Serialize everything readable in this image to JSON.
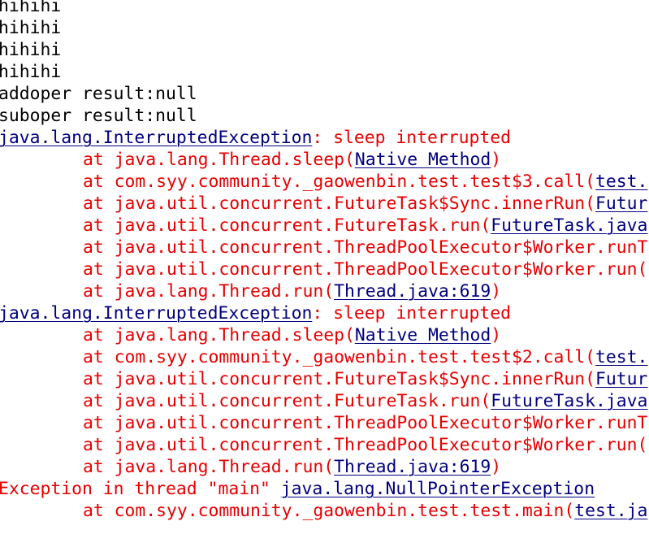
{
  "colors": {
    "stdout": "#000000",
    "stderr": "#e60000",
    "link": "#000080",
    "background": "#ffffff"
  },
  "lines": [
    {
      "segments": [
        {
          "text": "hihihi",
          "style": "out"
        }
      ]
    },
    {
      "segments": [
        {
          "text": "hihihi",
          "style": "out"
        }
      ]
    },
    {
      "segments": [
        {
          "text": "hihihi",
          "style": "out"
        }
      ]
    },
    {
      "segments": [
        {
          "text": "hihihi",
          "style": "out"
        }
      ]
    },
    {
      "segments": [
        {
          "text": "addoper result:null",
          "style": "out"
        }
      ]
    },
    {
      "segments": [
        {
          "text": "suboper result:null",
          "style": "out"
        }
      ]
    },
    {
      "segments": [
        {
          "text": "java.lang.InterruptedException",
          "style": "link"
        },
        {
          "text": ": sleep interrupted",
          "style": "err"
        }
      ]
    },
    {
      "indent": true,
      "segments": [
        {
          "text": "at java.lang.Thread.sleep(",
          "style": "err"
        },
        {
          "text": "Native Method",
          "style": "link"
        },
        {
          "text": ")",
          "style": "err"
        }
      ]
    },
    {
      "indent": true,
      "segments": [
        {
          "text": "at com.syy.community._gaowenbin.test.test$3.call(",
          "style": "err"
        },
        {
          "text": "test.",
          "style": "link"
        }
      ]
    },
    {
      "indent": true,
      "segments": [
        {
          "text": "at java.util.concurrent.FutureTask$Sync.innerRun(",
          "style": "err"
        },
        {
          "text": "Futur",
          "style": "link"
        }
      ]
    },
    {
      "indent": true,
      "segments": [
        {
          "text": "at java.util.concurrent.FutureTask.run(",
          "style": "err"
        },
        {
          "text": "FutureTask.java",
          "style": "link"
        }
      ]
    },
    {
      "indent": true,
      "segments": [
        {
          "text": "at java.util.concurrent.ThreadPoolExecutor$Worker.runT",
          "style": "err"
        }
      ]
    },
    {
      "indent": true,
      "segments": [
        {
          "text": "at java.util.concurrent.ThreadPoolExecutor$Worker.run(",
          "style": "err"
        }
      ]
    },
    {
      "indent": true,
      "segments": [
        {
          "text": "at java.lang.Thread.run(",
          "style": "err"
        },
        {
          "text": "Thread.java:619",
          "style": "link"
        },
        {
          "text": ")",
          "style": "err"
        }
      ]
    },
    {
      "segments": [
        {
          "text": "java.lang.InterruptedException",
          "style": "link"
        },
        {
          "text": ": sleep interrupted",
          "style": "err"
        }
      ]
    },
    {
      "indent": true,
      "segments": [
        {
          "text": "at java.lang.Thread.sleep(",
          "style": "err"
        },
        {
          "text": "Native Method",
          "style": "link"
        },
        {
          "text": ")",
          "style": "err"
        }
      ]
    },
    {
      "indent": true,
      "segments": [
        {
          "text": "at com.syy.community._gaowenbin.test.test$2.call(",
          "style": "err"
        },
        {
          "text": "test.",
          "style": "link"
        }
      ]
    },
    {
      "indent": true,
      "segments": [
        {
          "text": "at java.util.concurrent.FutureTask$Sync.innerRun(",
          "style": "err"
        },
        {
          "text": "Futur",
          "style": "link"
        }
      ]
    },
    {
      "indent": true,
      "segments": [
        {
          "text": "at java.util.concurrent.FutureTask.run(",
          "style": "err"
        },
        {
          "text": "FutureTask.java",
          "style": "link"
        }
      ]
    },
    {
      "indent": true,
      "segments": [
        {
          "text": "at java.util.concurrent.ThreadPoolExecutor$Worker.runT",
          "style": "err"
        }
      ]
    },
    {
      "indent": true,
      "segments": [
        {
          "text": "at java.util.concurrent.ThreadPoolExecutor$Worker.run(",
          "style": "err"
        }
      ]
    },
    {
      "indent": true,
      "segments": [
        {
          "text": "at java.lang.Thread.run(",
          "style": "err"
        },
        {
          "text": "Thread.java:619",
          "style": "link"
        },
        {
          "text": ")",
          "style": "err"
        }
      ]
    },
    {
      "segments": [
        {
          "text": "Exception in thread \"main\" ",
          "style": "err"
        },
        {
          "text": "java.lang.NullPointerException",
          "style": "link"
        }
      ]
    },
    {
      "indent": true,
      "segments": [
        {
          "text": "at com.syy.community._gaowenbin.test.test.main(",
          "style": "err"
        },
        {
          "text": "test.ja",
          "style": "link"
        }
      ]
    }
  ]
}
